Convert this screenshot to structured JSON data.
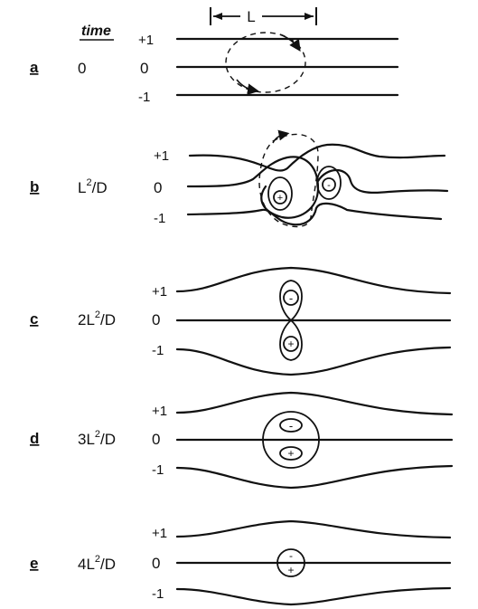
{
  "header": {
    "time_label": "time",
    "length_label": "L"
  },
  "panels": [
    {
      "letter": "a",
      "time": "0",
      "levels": [
        "+1",
        "0",
        "-1"
      ]
    },
    {
      "letter": "b",
      "time_base": "L",
      "time_exp": "2",
      "time_tail": "/D",
      "levels": [
        "+1",
        "0",
        "-1"
      ],
      "signs": [
        "+",
        "-"
      ]
    },
    {
      "letter": "c",
      "time_base": "2L",
      "time_exp": "2",
      "time_tail": "/D",
      "levels": [
        "+1",
        "0",
        "-1"
      ],
      "signs": [
        "-",
        "+"
      ]
    },
    {
      "letter": "d",
      "time_base": "3L",
      "time_exp": "2",
      "time_tail": "/D",
      "levels": [
        "+1",
        "0",
        "-1"
      ],
      "signs": [
        "-",
        "+"
      ]
    },
    {
      "letter": "e",
      "time_base": "4L",
      "time_exp": "2",
      "time_tail": "/D",
      "levels": [
        "+1",
        "0",
        "-1"
      ],
      "signs": [
        "-",
        "+"
      ]
    }
  ]
}
